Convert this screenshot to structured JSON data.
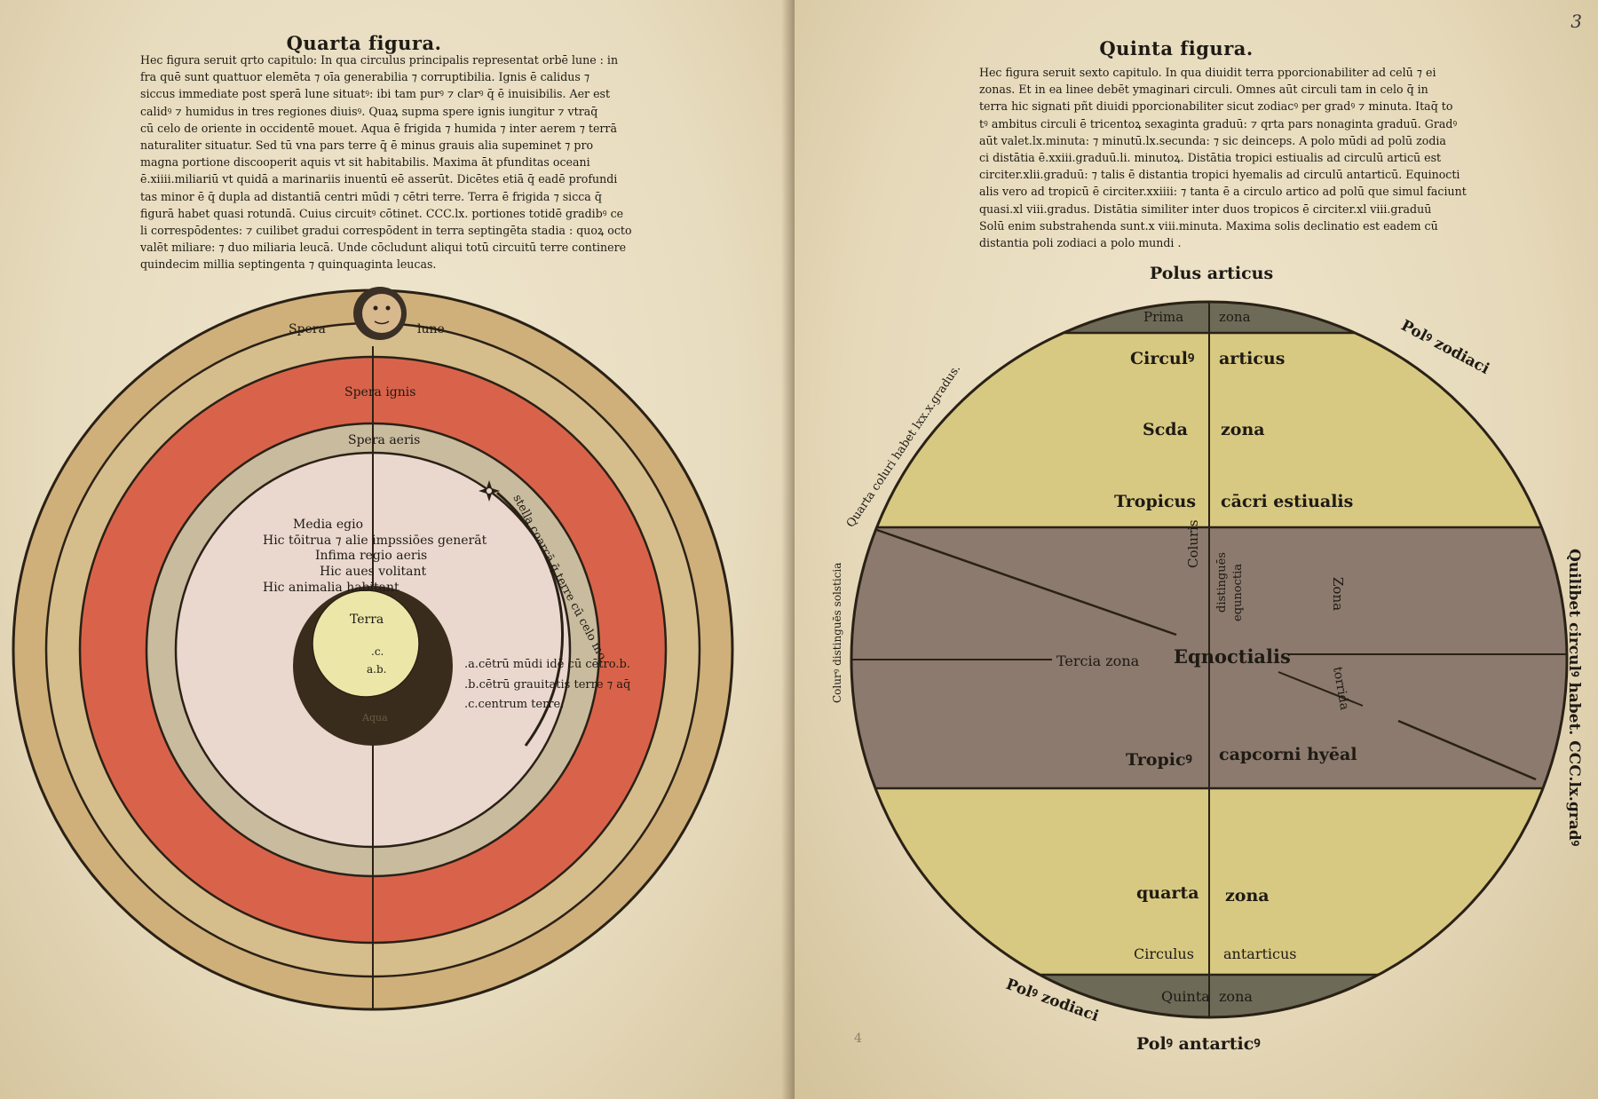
{
  "left_page": {
    "heading": "Quarta figura.",
    "lines": [
      "Hec figura seruit qrto capitulo: In qua circulus principalis representat orbē lune : in",
      "fra quē sunt quattuor elemēta ⁊ oīa generabilia ⁊ corruptibilia.  Ignis ē calidus ⁊",
      "siccus immediate post sperā lune situatꝰ: ibi tam purꝰ ⁊ clarꝰ q̄ ē inuisibilis.  Aer est",
      "calidꝰ ⁊ humidus in tres regiones diuisꝰ. Quaꝝ supma spere ignis iungitur ⁊ vtraq̄",
      "cū celo de oriente in occidentē mouet.  Aqua ē frigida ⁊ humida ⁊ inter aerem ⁊ terrā",
      "naturaliter situatur. Sed tū vna pars terre q̄ ē minus grauis alia supeminet ⁊ pro",
      "magna portione discooperit aquis vt sit habitabilis.  Maxima āt pfunditas oceani",
      "ē.xiiii.miliariū vt quidā a marinariis inuentū eē asserūt. Dicētes etiā q̄ eadē profundi",
      "tas minor ē q̄ dupla ad distantiā centri mūdi ⁊ cētri terre.  Terra ē frigida ⁊ sicca q̄",
      "figurā habet quasi rotundā. Cuius circuitꝰ cōtinet. CCC.lx. portiones totidē gradibꝰ ce",
      "li correspōdentes: ⁊ cuilibet gradui correspōdent in terra septingēta stadia : quoꝝ octo",
      "valēt miliare: ⁊ duo miliaria leucā. Unde cōcludunt aliqui totū circuitū terre continere",
      "quindecim millia septingenta ⁊ quinquaginta leucas."
    ],
    "figure": {
      "labels": {
        "spera_left": "Spera",
        "spera_right": "lune",
        "spera_ignis": "Spera ignis",
        "spera_aeris": "Spera aeris",
        "media": "Media egio",
        "hic_tonitrua": "Hic tōitrua ⁊ alie impssiōes generāt",
        "infima": "Infima regio aeris",
        "hic_aues": "Hic aues volitant",
        "hic_animalia": "Hic animalia habitant",
        "terra": "Terra",
        "point_c": ".c.",
        "point_ab": "a.b.",
        "aqua": "Aqua",
        "stella": "stella coarcā q̄ terre cū celo mo.",
        "legend_a": ".a.cētrū mūdi idē cū cētro.b.",
        "legend_b": ".b.cētrū grauitatis terre ⁊ aq̄",
        "legend_c": ".c.centrum terre."
      },
      "colors": {
        "lune_ring": "#cfb07a",
        "ignis_ring": "#d9634a",
        "aeris_ring": "#c9bb9e",
        "inner_region": "#ead8cf",
        "terra_dark": "#3a2c1c",
        "terra_light": "#ece7a8"
      }
    }
  },
  "right_page": {
    "page_number": "3",
    "heading": "Quinta figura.",
    "lines": [
      "Hec figura seruit sexto capitulo. In qua diuidit terra pporcionabiliter ad celū ⁊ ei",
      "zonas. Et in ea linee debēt ymaginari circuli.  Omnes aūt circuli tam in celo q̄ in",
      "terra hic signati pñt diuidi pporcionabiliter sicut zodiacꝰ per gradꝰ ⁊ minuta. Itaq̄ to",
      "tꝰ ambitus circuli ē tricentoꝝ sexaginta graduū: ⁊ qrta pars nonaginta graduū. Gradꝰ",
      "aūt valet.lx.minuta: ⁊ minutū.lx.secunda: ⁊ sic deinceps.  A polo mūdi ad polū zodia",
      "ci distātia ē.xxiii.graduū.li. minutoꝝ.  Distātia tropici estiualis ad circulū articū est",
      "circiter.xlii.graduū: ⁊ talis ē distantia tropici hyemalis ad circulū antarticū. Equinocti",
      "alis vero ad tropicū ē circiter.xxiiii: ⁊ tanta ē a circulo artico ad polū que simul faciunt",
      "quasi.xl viii.gradus.  Distātia similiter inter duos tropicos ē circiter.xl viii.graduū",
      "Solū enim substrahenda sunt.x viii.minuta.  Maxima solis declinatio est eadem cū",
      "distantia poli zodiaci a polo mundi ."
    ],
    "figure": {
      "labels": {
        "polus_articus": "Polus articus",
        "prima_l": "Prima",
        "prima_r": "zona",
        "circulus_l": "Circulꝰ",
        "circulus_r": "articus",
        "secunda_l": "Scda",
        "secunda_r": "zona",
        "tropicus_l": "Tropicus",
        "tropicus_r": "cācri estiualis",
        "coluris": "Coluris",
        "distinguens": "distinguēs",
        "equinoctia": "equnoctia",
        "zona_v": "Zona",
        "tercia": "Tercia zona",
        "equinoctialis": "Eqnoctialis",
        "torrida": "torrida",
        "tropic_l": "Tropicꝰ",
        "tropic_r": "capcorni hyēal",
        "quarta_l": "quarta",
        "quarta_r": "zona",
        "circulus2_l": "Circulus",
        "circulus2_r": "antarticus",
        "quinta_l": "Quinta",
        "quinta_r": "zona",
        "polus_antarticus": "Polꝰ antarticꝰ",
        "polus_zodiaci_top": "Polꝰ zodiaci",
        "polus_zodiaci_bottom": "Polꝰ zodiaci",
        "quarta_coluri": "Quarta coluri habet lxx.x.gradus.",
        "colurus_solsticia": "Colurꝰ distinguēs solsticia",
        "quilibet": "Quilibet circulꝰ habet. CCC.lx.gradꝰ"
      },
      "colors": {
        "yellow_zone": "#d8c982",
        "polar_cap": "#6d6a57",
        "torrid_zone": "#8b7a6d"
      }
    },
    "footer_mark": "4"
  }
}
